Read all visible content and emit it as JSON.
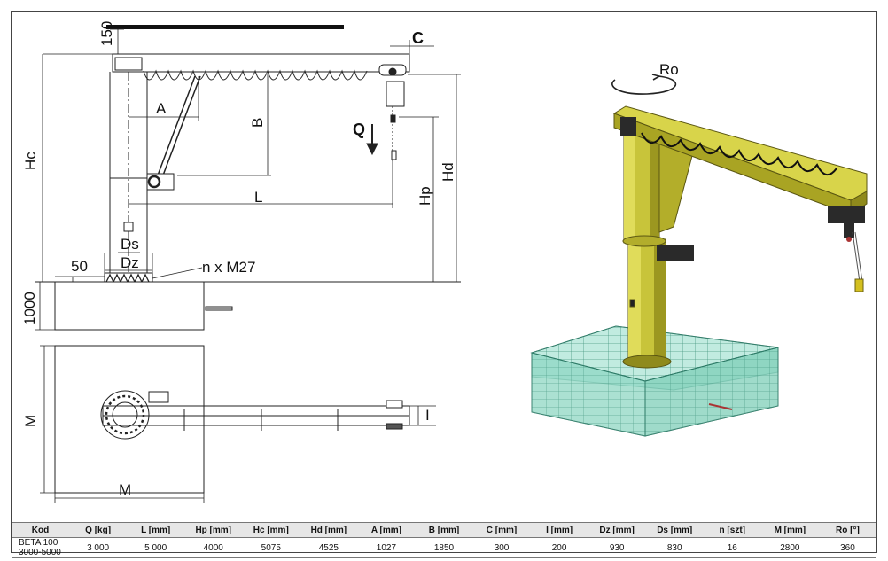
{
  "drawing_labels": {
    "A": "A",
    "B": "B",
    "C": "C",
    "L": "L",
    "Q": "Q",
    "Hc": "Hc",
    "Hd": "Hd",
    "Hp": "Hp",
    "Ds": "Ds",
    "Dz": "Dz",
    "n_m27": "n x M27",
    "dim_150": "150",
    "dim_50": "50",
    "dim_1000": "1000",
    "M_vertical": "M",
    "M_horizontal": "M",
    "I": "I",
    "Ro": "Ro"
  },
  "colors": {
    "crane_yellow": "#c8c43a",
    "crane_yellow_dark": "#8f8a1c",
    "foundation_green": "#8fd8c4",
    "hoist_black": "#2a2a2a",
    "line": "#222222"
  },
  "table": {
    "headers": [
      "Kod",
      "Q [kg]",
      "L [mm]",
      "Hp [mm]",
      "Hc [mm]",
      "Hd [mm]",
      "A [mm]",
      "B [mm]",
      "C [mm]",
      "I [mm]",
      "Dz [mm]",
      "Ds [mm]",
      "n [szt]",
      "M [mm]",
      "Ro [°]"
    ],
    "rows": [
      [
        "BETA 100 3000-5000",
        "3 000",
        "5 000",
        "4000",
        "5075",
        "4525",
        "1027",
        "1850",
        "300",
        "200",
        "930",
        "830",
        "16",
        "2800",
        "360"
      ]
    ]
  }
}
